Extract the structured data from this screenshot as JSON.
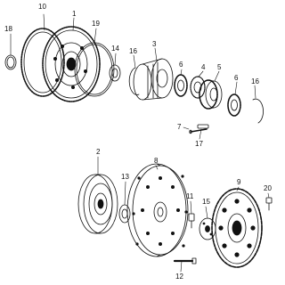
{
  "diagram": {
    "callouts": {
      "c1": "1",
      "c2": "2",
      "c3": "3",
      "c4": "4",
      "c5": "5",
      "c6a": "6",
      "c6b": "6",
      "c7": "7",
      "c8": "8",
      "c9": "9",
      "c10": "10",
      "c11": "11",
      "c12": "12",
      "c13": "13",
      "c14": "14",
      "c15": "15",
      "c16a": "16",
      "c16b": "16",
      "c17": "17",
      "c18": "18",
      "c19": "19",
      "c20": "20"
    }
  }
}
